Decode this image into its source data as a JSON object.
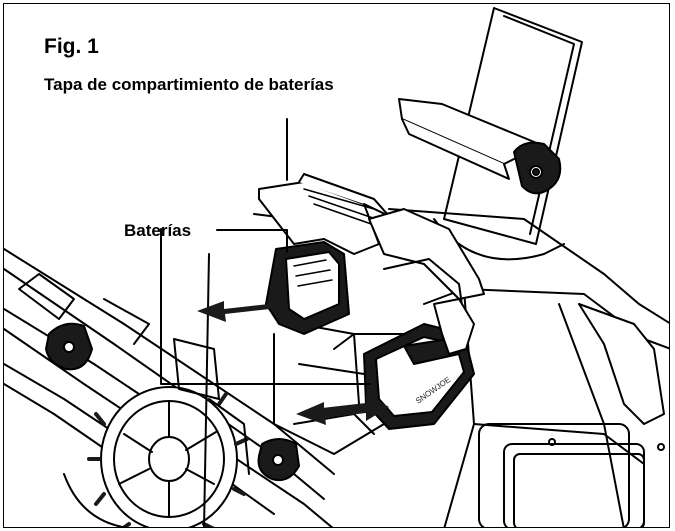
{
  "figure": {
    "title": "Fig. 1",
    "callouts": {
      "cover": "Tapa de compartimiento de baterías",
      "batteries": "Baterías"
    },
    "battery_brand_text": "SNOWJOE"
  },
  "colors": {
    "line": "#000000",
    "background": "#ffffff",
    "fill_dark": "#1a1a1a",
    "fill_light": "#ffffff"
  }
}
